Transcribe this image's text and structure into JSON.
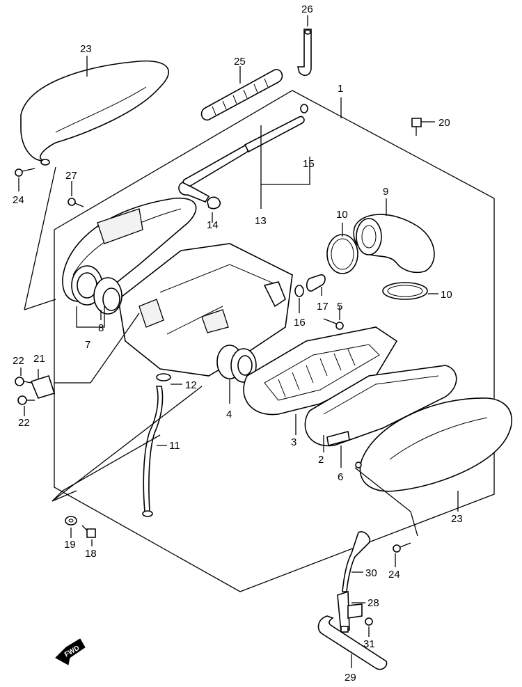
{
  "diagram": {
    "labels": {
      "p1": "1",
      "p2": "2",
      "p3": "3",
      "p4": "4",
      "p5": "5",
      "p6": "6",
      "p7": "7",
      "p8": "8",
      "p9": "9",
      "p10a": "10",
      "p10b": "10",
      "p11": "11",
      "p12": "12",
      "p13": "13",
      "p14": "14",
      "p15": "15",
      "p16": "16",
      "p17": "17",
      "p18": "18",
      "p19": "19",
      "p20": "20",
      "p21": "21",
      "p22a": "22",
      "p22b": "22",
      "p23a": "23",
      "p23b": "23",
      "p24a": "24",
      "p24b": "24",
      "p25": "25",
      "p26": "26",
      "p27": "27",
      "p28": "28",
      "p29": "29",
      "p30": "30",
      "p31": "31"
    },
    "fwd_arrow_text": "FWD"
  }
}
